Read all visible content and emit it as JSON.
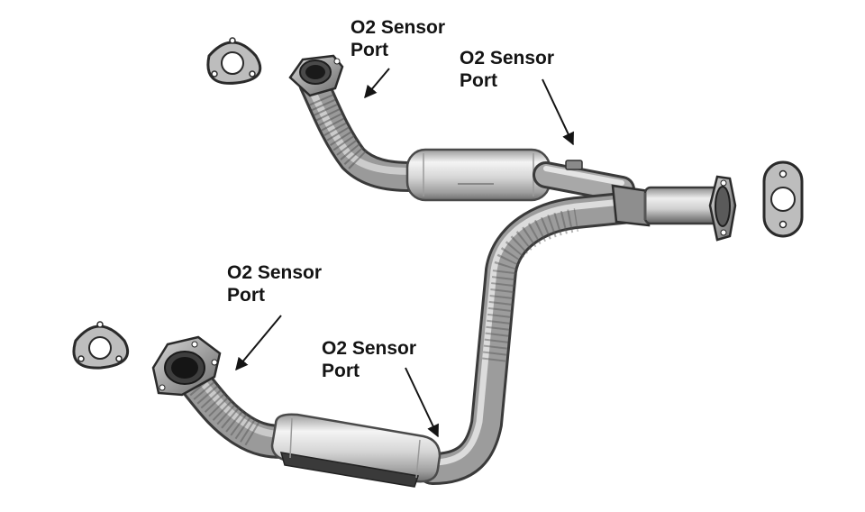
{
  "labels": [
    {
      "line1": "O2 Sensor",
      "line2": "Port"
    },
    {
      "line1": "O2 Sensor",
      "line2": "Port"
    },
    {
      "line1": "O2 Sensor",
      "line2": "Port"
    },
    {
      "line1": "O2 Sensor",
      "line2": "Port"
    }
  ],
  "colors": {
    "background": "#ffffff",
    "pipe_dark": "#4a4a4a",
    "pipe_mid": "#8c8c8c",
    "pipe_light": "#c8c8c8",
    "steel_highlight": "#f2f2f2",
    "text": "#141414"
  }
}
